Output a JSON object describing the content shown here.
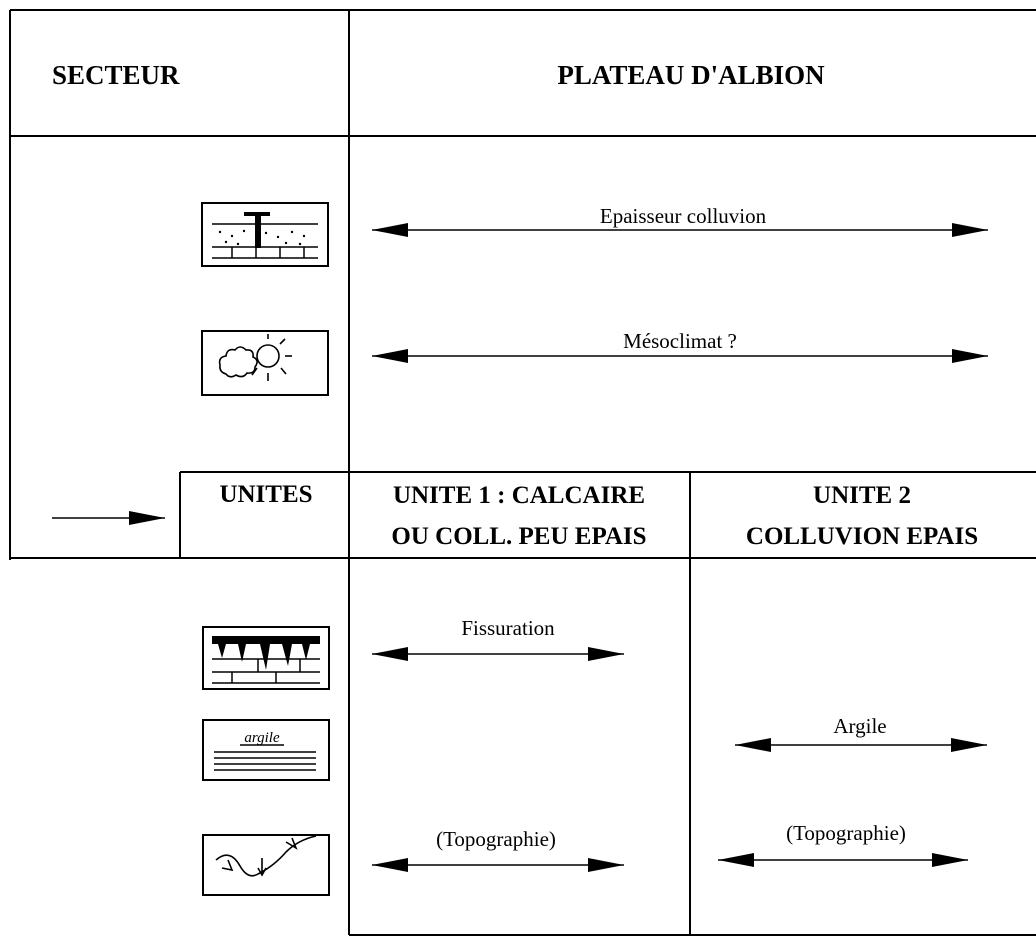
{
  "header": {
    "sector_label": "SECTEUR",
    "region_label": "PLATEAU D'ALBION"
  },
  "upper_factors": [
    {
      "icon": "colluvium-thickness-icon",
      "label": "Epaisseur colluvion"
    },
    {
      "icon": "sun-cloud-icon",
      "label": "Mésoclimat ?"
    }
  ],
  "units_row": {
    "label": "UNITES",
    "unit1_line1": "UNITE 1 : CALCAIRE",
    "unit1_line2": "OU COLL. PEU EPAIS",
    "unit2_line1": "UNITE 2",
    "unit2_line2": "COLLUVION EPAIS"
  },
  "lower_factors": [
    {
      "icon": "fissured-limestone-icon",
      "label": "Fissuration",
      "applies_to": "UNITE 1"
    },
    {
      "icon": "clay-layer-icon",
      "icon_text": "argile",
      "label": "Argile",
      "applies_to": "UNITE 2"
    },
    {
      "icon": "topography-icon",
      "label_unit1": "(Topographie)",
      "label_unit2": "(Topographie)"
    }
  ]
}
